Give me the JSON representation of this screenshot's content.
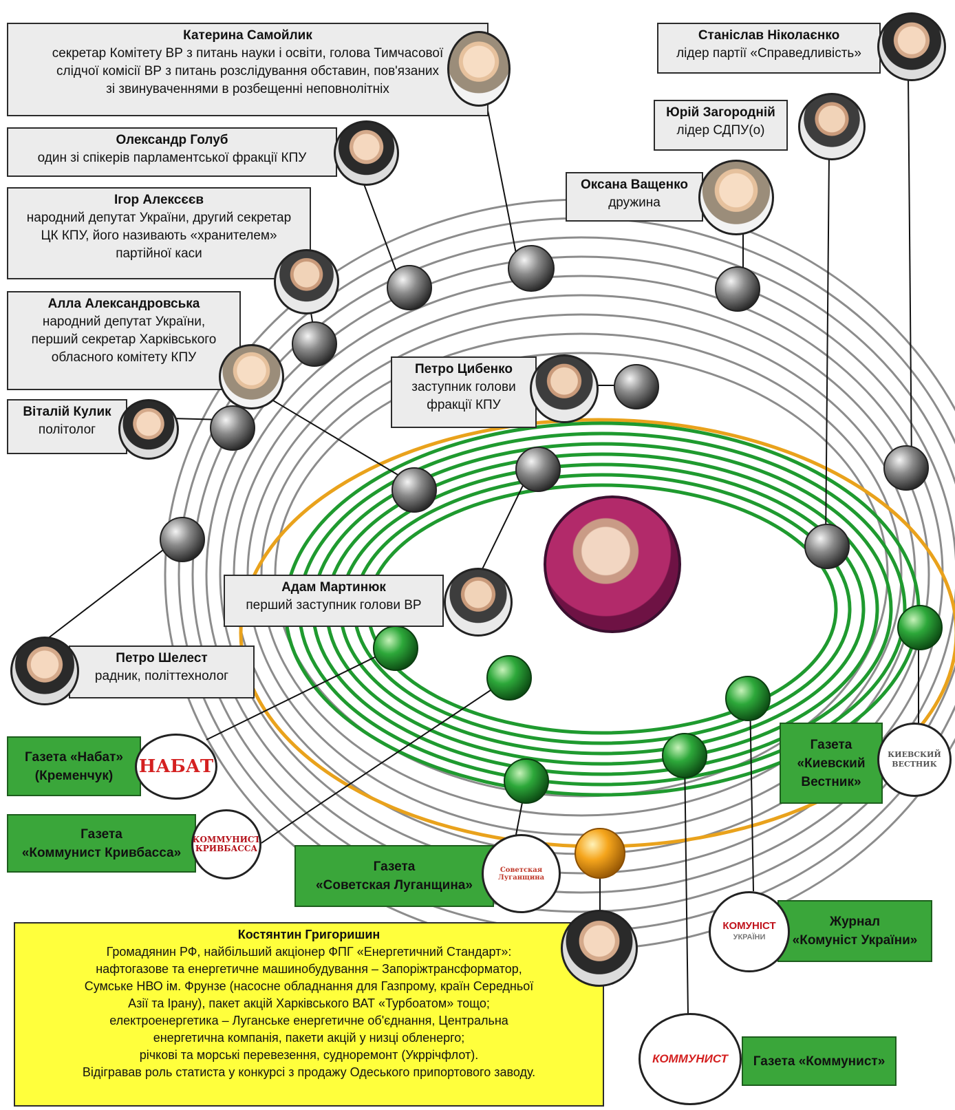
{
  "people": {
    "samoylyk": {
      "name": "Катерина Самойлик",
      "role": [
        "секретар Комітету ВР з питань науки і освіти, голова Тимчасової",
        "слідчої комісії ВР з питань розслідування обставин, пов'язаних",
        "зі звинуваченнями в розбещенні неповнолітніх"
      ]
    },
    "holub": {
      "name": "Олександр Голуб",
      "role": [
        "один зі спікерів парламентської фракції КПУ"
      ]
    },
    "alekseev": {
      "name": "Ігор Алексєєв",
      "role": [
        "народний депутат України, другий секретар",
        "ЦК КПУ, його називають «хранителем»",
        "партійної каси"
      ]
    },
    "aleksandrovska": {
      "name": "Алла Александровська",
      "role": [
        "народний депутат України,",
        "перший секретар Харківського",
        "обласного комітету КПУ"
      ]
    },
    "kulyk": {
      "name": "Віталій Кулик",
      "role": [
        "політолог"
      ]
    },
    "tsybenko": {
      "name": "Петро Цибенко",
      "role": [
        "заступник голови",
        "фракції КПУ"
      ]
    },
    "martyniuk": {
      "name": "Адам Мартинюк",
      "role": [
        "перший заступник голови ВР"
      ]
    },
    "shelest": {
      "name": "Петро Шелест",
      "role": [
        "радник, політтехнолог"
      ]
    },
    "nikolaenko": {
      "name": "Станіслав Ніколаєнко",
      "role": [
        "лідер партії «Справедливість»"
      ]
    },
    "zahorodniy": {
      "name": "Юрій Загородній",
      "role": [
        "лідер СДПУ(о)"
      ]
    },
    "vashchenko": {
      "name": "Оксана Ващенко",
      "role": [
        "дружина"
      ]
    }
  },
  "media": {
    "nabat": {
      "label": [
        "Газета «Набат»",
        "(Кременчук)"
      ],
      "logo": "НАБАТ"
    },
    "kryvbas": {
      "label": [
        "Газета",
        "«Коммунист Кривбасса»"
      ],
      "logo": [
        "КОММУНИСТ",
        "КРИВБАССА"
      ]
    },
    "luhansk": {
      "label": [
        "Газета",
        "«Советская Луганщина»"
      ],
      "logo": "Советская Луганщина"
    },
    "vestnik": {
      "label": [
        "Газета",
        "«Киевский",
        "Вестник»"
      ],
      "logo": [
        "КИЕВСКИЙ",
        "ВЕСТНИК"
      ]
    },
    "komunist_ua": {
      "label": [
        "Журнал",
        "«Комуніст України»"
      ],
      "logo": [
        "КОМУНІСТ",
        "УКРАЇНИ"
      ]
    },
    "kommunist": {
      "label": [
        "Газета «Коммунист»"
      ],
      "logo": "КОММУНИСТ"
    }
  },
  "hryhoryshyn": {
    "name": "Костянтин Григоришин",
    "lines": [
      "Громадянин РФ, найбільший акціонер ФПГ «Енергетичний Стандарт»:",
      "нафтогазове та енергетичне машинобудування – Запоріжтрансформатор,",
      "Сумське НВО ім. Фрунзе (насосне обладнання для Газпрому, країн Середньої",
      "Азії та Ірану), пакет акцій Харківського ВАТ «Турбоатом» тощо;",
      "електроенергетика – Луганське енергетичне об'єднання, Центральна",
      "енергетична компанія, пакети акцій у низці обленерго;",
      "річкові та морські перевезення, судноремонт (Укррічфлот).",
      "Відігравав роль статиста у конкурсі з продажу Одеського припортового заводу."
    ]
  },
  "colors": {
    "gray_orbit": "#8c8c8c",
    "green_orbit": "#1f9a2f",
    "orange_orbit": "#e9a21c",
    "box_bg": "#ececec",
    "media_bg": "#3aa63a",
    "yellow_bg": "#ffff3c"
  }
}
